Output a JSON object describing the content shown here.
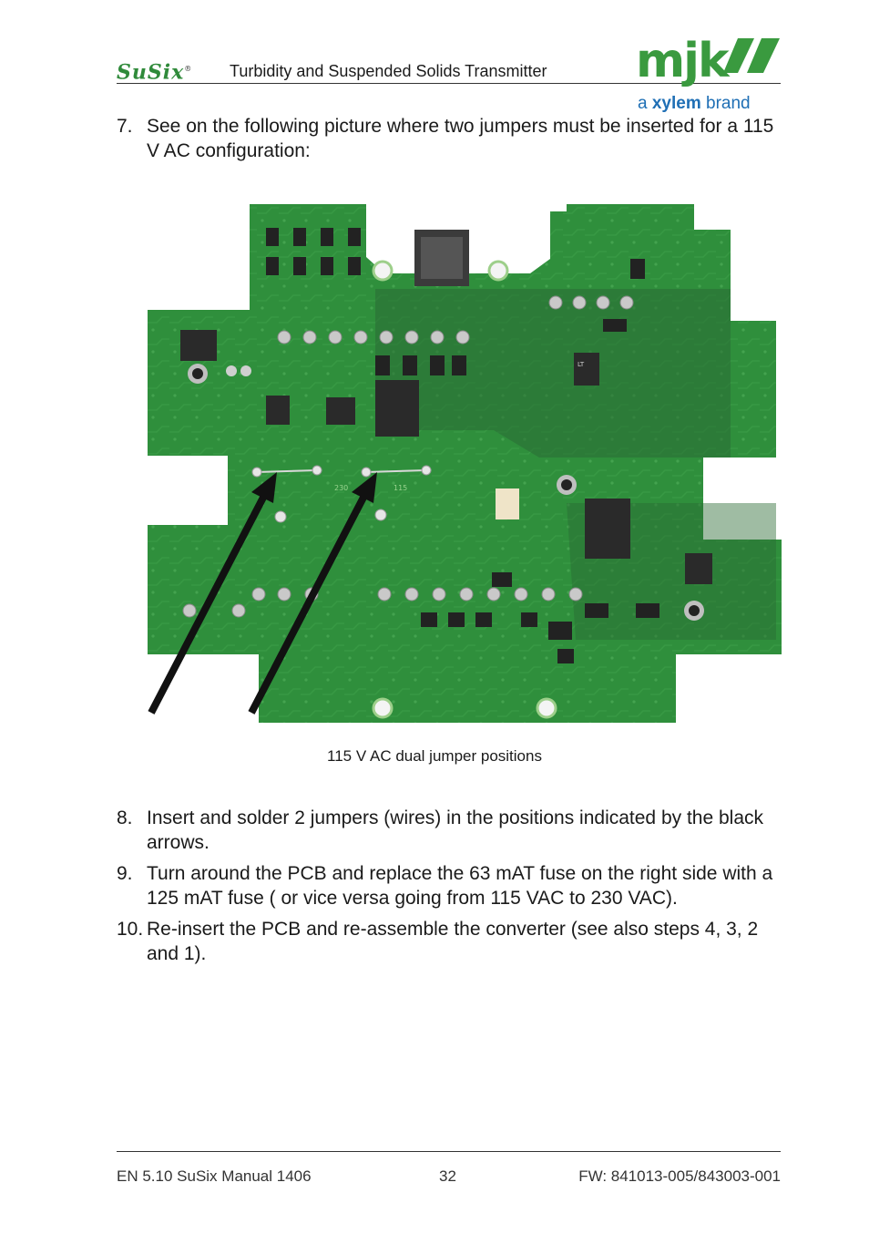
{
  "header": {
    "brand": "SuSix",
    "brand_mark": "®",
    "title": "Turbidity and Suspended Solids Transmitter",
    "logo_text": "mjk",
    "tagline_prefix": "a",
    "tagline_brand": "xylem",
    "tagline_suffix": "brand"
  },
  "steps": [
    {
      "number": "7.",
      "text": "See on the following picture where two jumpers must be inserted for a 115 V AC configuration:"
    },
    {
      "number": "8.",
      "text": "Insert and solder 2 jumpers (wires) in the positions indicated by the black arrows."
    },
    {
      "number": "9.",
      "text": "Turn around the PCB and replace the 63 mAT fuse on the right side with a 125 mAT fuse ( or vice versa going from 115 VAC to 230 VAC)."
    },
    {
      "number": "10.",
      "text": "Re-insert the PCB and re-assemble the converter (see also steps 4, 3, 2 and 1)."
    }
  ],
  "figure": {
    "caption": "115 V AC dual jumper positions",
    "pcb_labels": {
      "left_jumper": "230",
      "right_jumper": "115",
      "chip": "LT"
    }
  },
  "footer": {
    "left": "EN 5.10 SuSix Manual 1406",
    "page": "32",
    "right": "FW: 841013-005/843003-001"
  },
  "colors": {
    "pcb_green": "#2f8f3c",
    "brand_green": "#2f8a3a",
    "xylem_blue": "#1f6fb5",
    "arrow": "#111111"
  }
}
